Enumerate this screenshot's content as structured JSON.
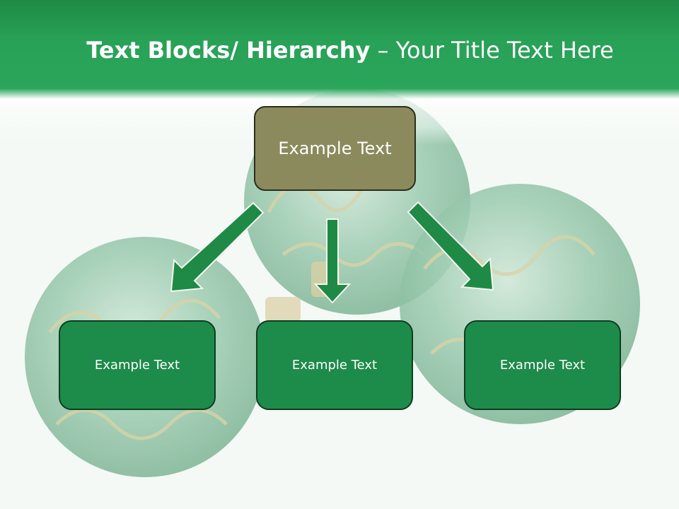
{
  "title": {
    "bold": "Text Blocks/ Hierarchy",
    "regular": " – Your Title Text Here"
  },
  "top_box": {
    "label": "Example Text"
  },
  "children": [
    {
      "label": "Example Text"
    },
    {
      "label": "Example Text"
    },
    {
      "label": "Example Text"
    }
  ],
  "colors": {
    "header_green": "#28a257",
    "top_box_fill": "#8a8a5c",
    "child_box_fill": "#1d8b49",
    "arrow_fill": "#1f8a45",
    "ornament_green": "#6fb08a",
    "ornament_gold": "#c9c08a"
  }
}
